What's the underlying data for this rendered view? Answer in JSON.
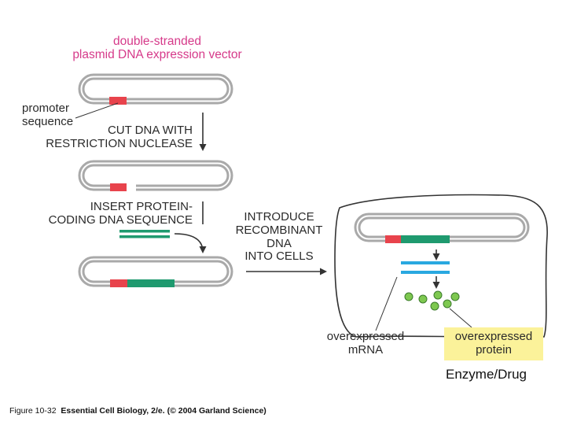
{
  "labels": {
    "vector_title": "double-stranded\nplasmid DNA expression vector",
    "promoter": "promoter\nsequence",
    "cut_step": "CUT DNA WITH\nRESTRICTION NUCLEASE",
    "insert_step": "INSERT PROTEIN-\nCODING DNA SEQUENCE",
    "introduce_step": "INTRODUCE\nRECOMBINANT\nDNA\nINTO CELLS",
    "mrna": "overexpressed\nmRNA",
    "protein": "overexpressed\nprotein",
    "enzyme_drug": "Enzyme/Drug"
  },
  "caption": {
    "figure_number": "Figure 10-32",
    "source": "Essential Cell Biology, 2/e. (© 2004 Garland Science)"
  },
  "colors": {
    "plasmid_gray": "#a9a9a9",
    "promoter_red": "#e8434c",
    "insert_green": "#1f9a6f",
    "mrna_blue": "#29a8e0",
    "protein_green": "#7ec850",
    "vector_title_pink": "#d63a8a",
    "protein_highlight": "#fbf29a"
  }
}
